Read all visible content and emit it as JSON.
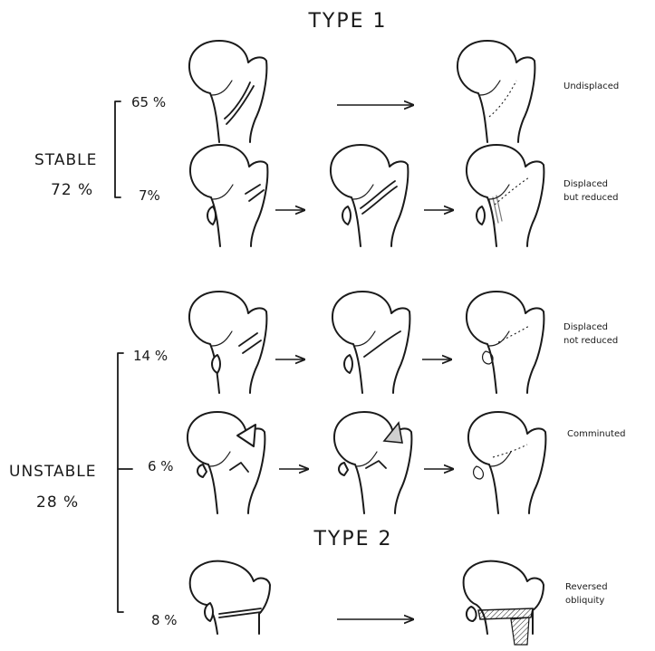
{
  "titles": {
    "type1": "TYPE 1",
    "type2": "TYPE 2"
  },
  "groups": {
    "stable": {
      "label": "STABLE",
      "percent": "72 %"
    },
    "unstable": {
      "label": "UNSTABLE",
      "percent": "28 %"
    }
  },
  "rows": [
    {
      "percent": "65 %",
      "label_line1": "Undisplaced",
      "label_line2": ""
    },
    {
      "percent": "7%",
      "label_line1": "Displaced",
      "label_line2": "but reduced"
    },
    {
      "percent": "14 %",
      "label_line1": "Displaced",
      "label_line2": "not reduced"
    },
    {
      "percent": "6 %",
      "label_line1": "Comminuted",
      "label_line2": ""
    },
    {
      "percent": "8 %",
      "label_line1": "Reversed",
      "label_line2": "obliquity"
    }
  ]
}
